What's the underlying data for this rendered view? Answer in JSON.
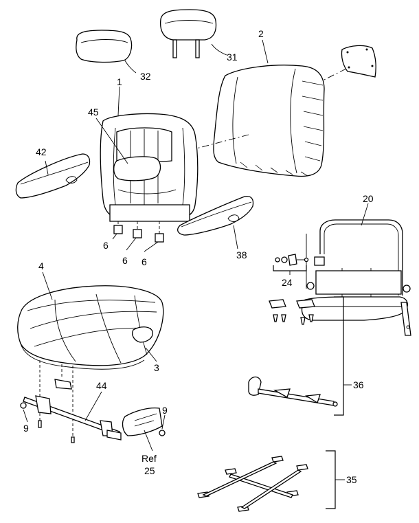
{
  "callouts": {
    "c32": "32",
    "c31": "31",
    "c2": "2",
    "c1": "1",
    "c45": "45",
    "c42": "42",
    "c6a": "6",
    "c6b": "6",
    "c6c": "6",
    "c38": "38",
    "c20": "20",
    "c24": "24",
    "c4": "4",
    "c3": "3",
    "c44": "44",
    "c9a": "9",
    "c9b": "9",
    "ref_line1": "Ref",
    "ref_line2": "25",
    "c36": "36",
    "c35": "35"
  }
}
